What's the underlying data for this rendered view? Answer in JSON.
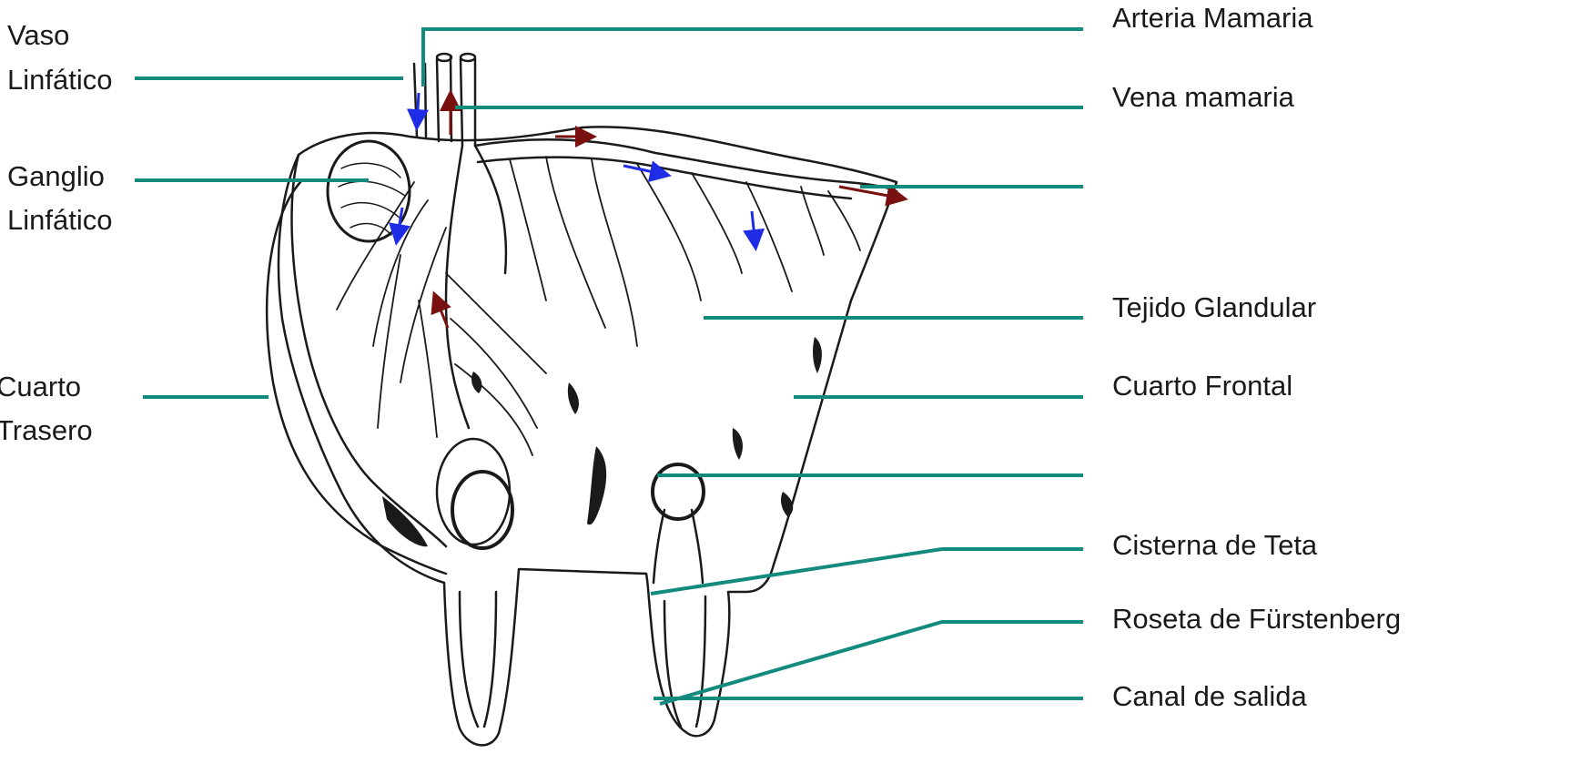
{
  "labels": {
    "vaso_linfatico_1": "Vaso",
    "vaso_linfatico_2": "Linfático",
    "ganglio_linfatico_1": "Ganglio",
    "ganglio_linfatico_2": "Linfático",
    "cuarto_trasero_1": "Cuarto",
    "cuarto_trasero_2": "Trasero",
    "arteria_mamaria": "Arteria Mamaria",
    "vena_mamaria": "Vena mamaria",
    "tejido_glandular": "Tejido Glandular",
    "cuarto_frontal": "Cuarto Frontal",
    "cisterna_de_teta": "Cisterna de Teta",
    "roseta_furstenberg": "Roseta de Fürstenberg",
    "canal_de_salida": "Canal de salida"
  },
  "colors": {
    "leader_line": "#138a7e",
    "outline": "#1a1a1a",
    "arrow_blue": "#1f2ce6",
    "arrow_red": "#7a1111"
  }
}
